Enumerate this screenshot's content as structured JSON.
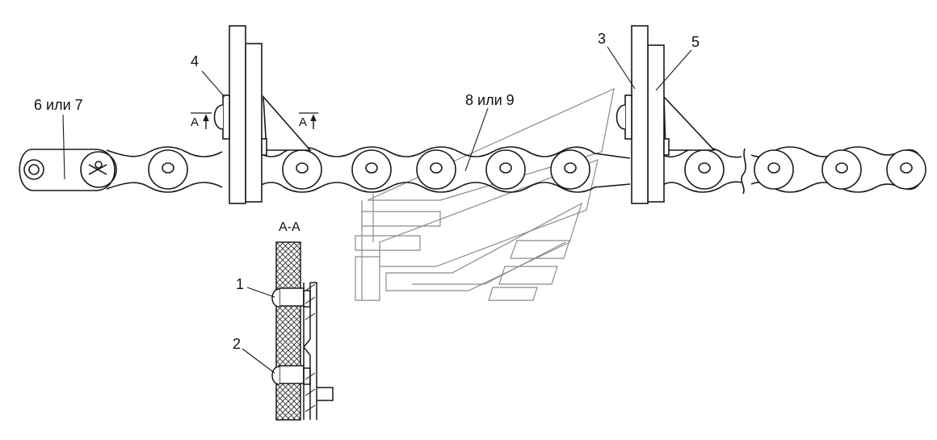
{
  "labels": {
    "part_1": "1",
    "part_2": "2",
    "part_3": "3",
    "part_4": "4",
    "part_5": "5",
    "part_6_7": "6 или 7",
    "part_8_9": "8 или 9",
    "section_mark": "А",
    "section_title": "А-А"
  },
  "colors": {
    "line": "#1a1a1a",
    "fill": "#ffffff",
    "watermark": "#8a8a8a"
  }
}
